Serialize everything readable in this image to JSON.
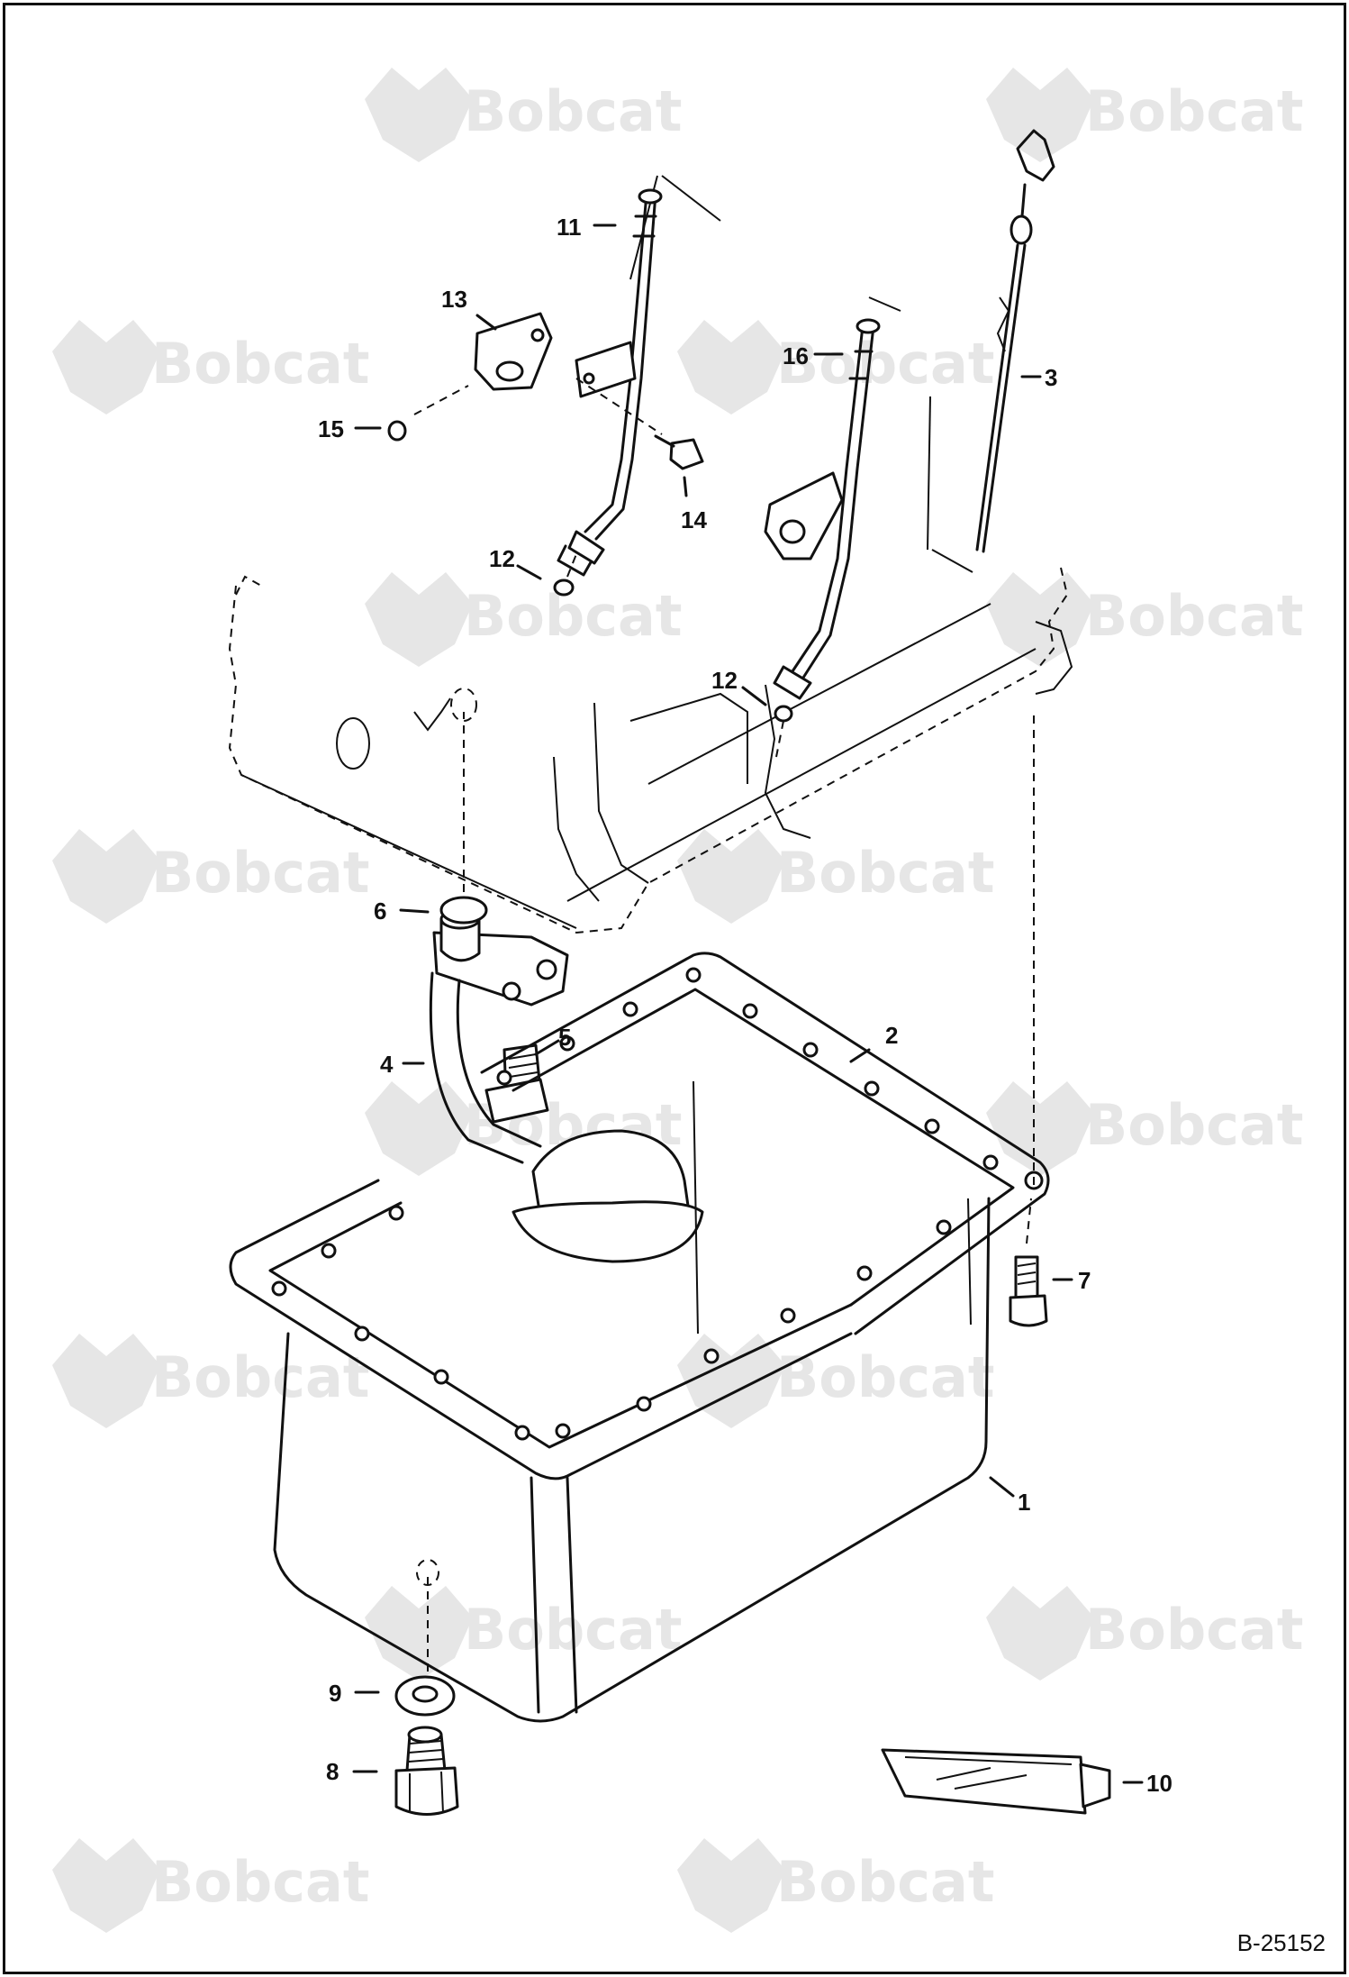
{
  "watermark": {
    "text": "Bobcat"
  },
  "figure_id": "B-25152",
  "callouts": {
    "c1": "1",
    "c2": "2",
    "c3": "3",
    "c4": "4",
    "c5": "5",
    "c6": "6",
    "c7": "7",
    "c8": "8",
    "c9": "9",
    "c10": "10",
    "c11": "11",
    "c12a": "12",
    "c12b": "12",
    "c13": "13",
    "c14": "14",
    "c15": "15",
    "c16": "16"
  }
}
